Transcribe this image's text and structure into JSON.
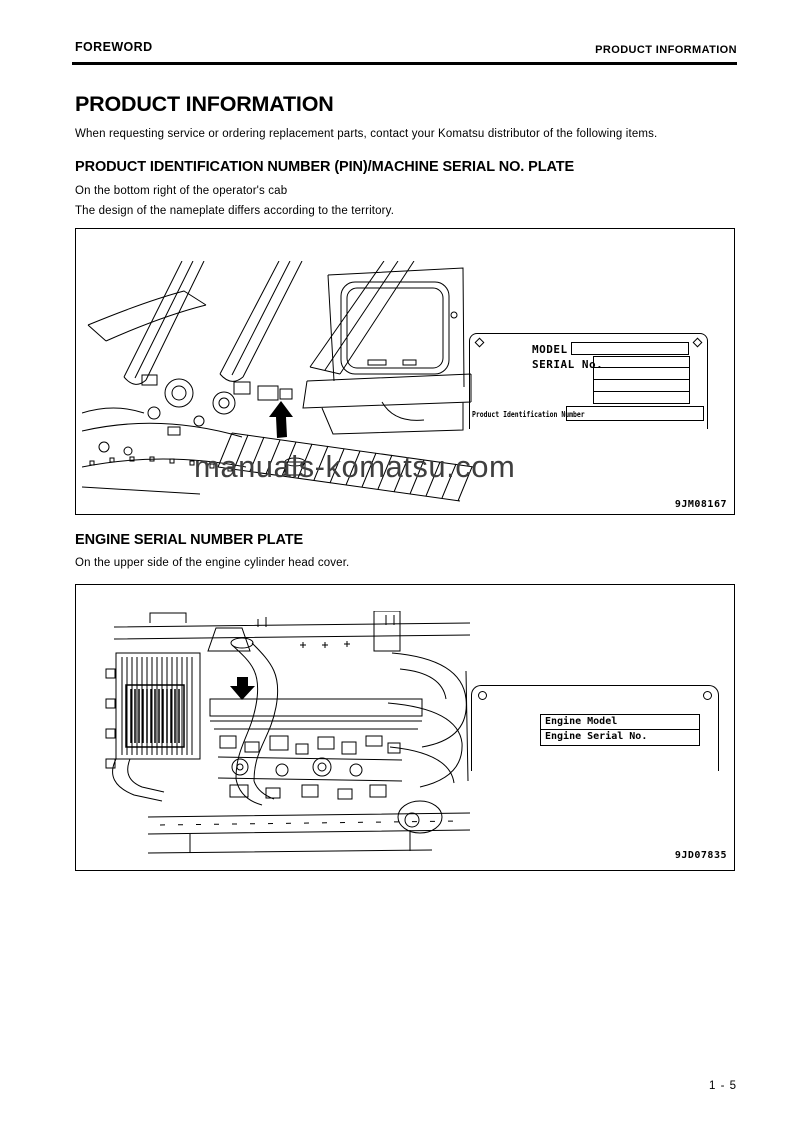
{
  "header": {
    "section": "FOREWORD",
    "chapter": "PRODUCT INFORMATION"
  },
  "title": "PRODUCT INFORMATION",
  "intro": "When requesting service or ordering replacement parts, contact your Komatsu distributor of the following items.",
  "pin_section": {
    "heading": "PRODUCT IDENTIFICATION NUMBER (PIN)/MACHINE SERIAL NO. PLATE",
    "line1": "On the bottom right of the operator's cab",
    "line2": "The design of the nameplate differs according to the territory.",
    "figure_code": "9JM08167",
    "watermark": "manuals-komatsu.com",
    "plate": {
      "model_label": "MODEL",
      "serial_label": "SERIAL No.",
      "pin_label": "Product Identification Number"
    }
  },
  "engine_section": {
    "heading": "ENGINE SERIAL NUMBER PLATE",
    "line1": "On the upper side of the engine cylinder head cover.",
    "figure_code": "9JD07835",
    "plate": {
      "model_label": "Engine Model",
      "serial_label": "Engine Serial No."
    }
  },
  "footer": {
    "page_number": "1 - 5"
  },
  "colors": {
    "ink": "#000000",
    "paper": "#ffffff",
    "watermark_gray": "#3f3f3f"
  }
}
